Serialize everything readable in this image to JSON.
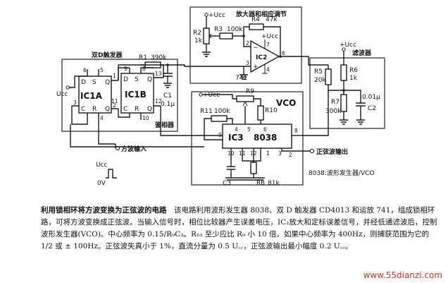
{
  "labels": {
    "ucc_top": "+Ucc",
    "amp_title": "放大器和相应调节",
    "r2": "R2",
    "r2_val": "1k",
    "r3": "R3",
    "r3_val": "100k",
    "r4": "R4",
    "r4_val": "47k",
    "ucc_amp": "+Ucc",
    "ic2": "IC2",
    "amp_part": "741",
    "dff_title": "双D触发器",
    "r1": "R1",
    "r1_val": "390k",
    "c1": "C1",
    "c1_val": "0.1μ",
    "ic1a": "IC1A",
    "ic1b": "IC1B",
    "ucc_left": "Ucc",
    "phase_det": "鉴相器",
    "filter_ucc": "+Ucc",
    "filter_title": "滤波器",
    "r5": "R5",
    "r5_val": "20k",
    "r6": "R6",
    "r6_val": "1k",
    "r7": "R7",
    "r7_val": "300k",
    "c2": "C2",
    "c2_val": "0.01μ",
    "vco_ucc": "+Ucc",
    "r9": "R9",
    "r10": "R10",
    "vco": "VCO",
    "r11": "R11",
    "r11_val": "100k",
    "ic3": "IC3",
    "ic3_part": "8038",
    "c3": "C3",
    "r8": "R8",
    "r8_val": "81k",
    "sine_out": "正弦波输出",
    "square_in": "方波输入",
    "ucc_wave": "Ucc",
    "zero_v": "0V",
    "gen_note": "8038:波形发生器/VCO"
  },
  "pins": {
    "ic1a_6": "6",
    "ic1a_5": "5",
    "ic1a_1": "1",
    "ic1a_3": "3",
    "ic1a_2": "2",
    "ic1a_4": "4",
    "ic1b_8": "8",
    "ic1b_9": "9",
    "ic1b_13": "13",
    "ic1b_11": "11",
    "ic1b_12": "12",
    "ic1b_10": "10",
    "d": "D",
    "s": "S",
    "q": "Q",
    "c": "C",
    "r": "R",
    "op_2": "2",
    "op_3": "3",
    "op_4": "4",
    "op_6": "6",
    "op_7": "7",
    "op_minus": "−",
    "op_plus": "+",
    "ic3_9": "9",
    "ic3_4": "4",
    "ic3_5": "5",
    "ic3_6": "6",
    "ic3_8": "8",
    "ic3_10": "10",
    "ic3_11": "11",
    "ic3_12": "12",
    "ic3_1": "1",
    "ic3_2": "2",
    "ic3_3": "3"
  },
  "caption": {
    "title": "利用锁相环将方波变换为正弦波的电路",
    "body": "　该电路利用波形发生器 8038、双 D 触发器 CD4013 和运放 741，组成锁相环路，可将方波变换成正弦波。当输入信号时，相位比较器产生误差电压，IC₂放大和定标误差信号，并经低通滤波后，控制波形发生器(VCO)。中心频率为 0.15/R₉C₃。R₁₀ 至少应比 R₉ 小 10 倍。如果中心频率为 400Hz，则捕获范围为它的 1/2 或 ± 100Hz。正弦波失真小于 1%，直流分量为 0.5 U꜀꜀，正弦波输出最小幅度 0.2 U꜀꜀。"
  },
  "watermark": "www.55dianzi.com"
}
